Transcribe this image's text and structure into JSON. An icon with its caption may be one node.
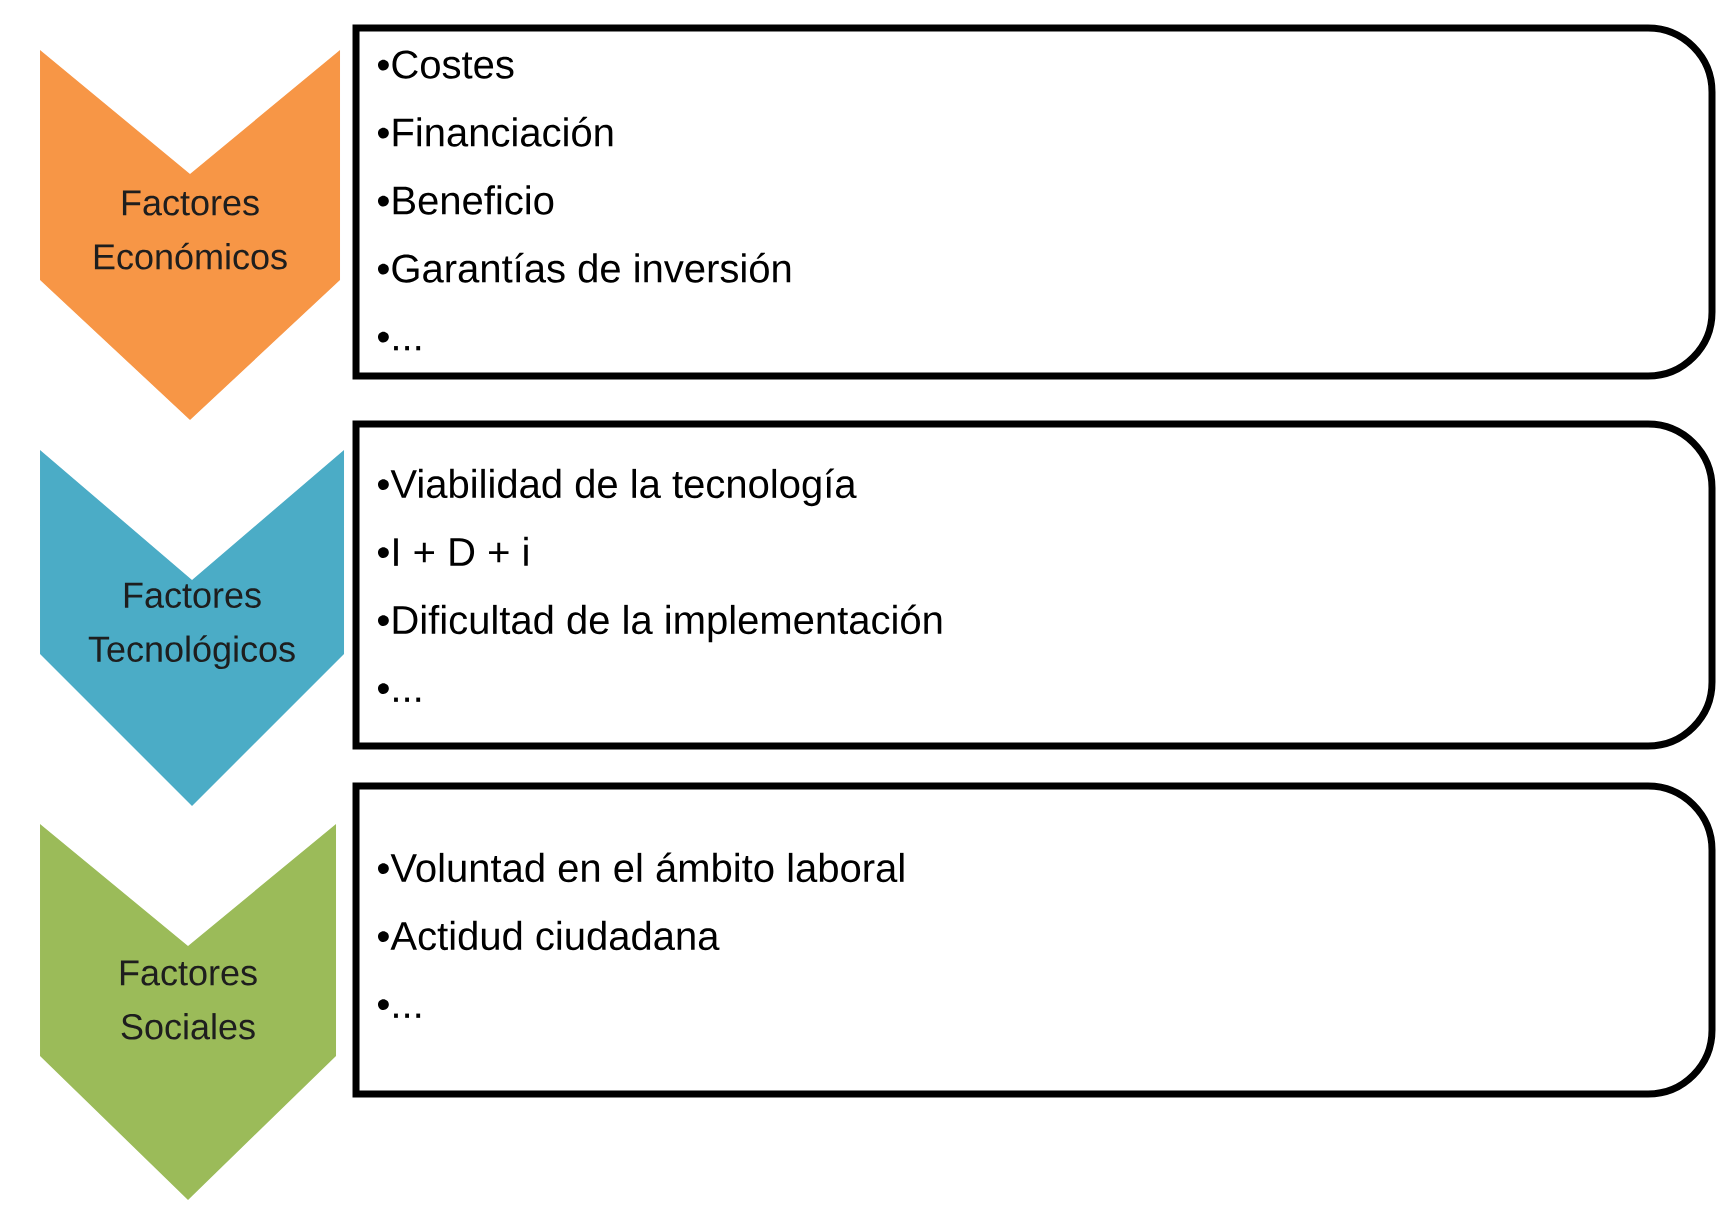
{
  "diagram": {
    "nodes": [
      {
        "text": [
          "Factores Económicos"
        ]
      },
      {
        "text": [
          "•Costes",
          "•Financiación",
          "•Beneficio",
          "•Garantías de inversión",
          "•..."
        ]
      },
      {
        "text": [
          "Factores Tecnológicos"
        ]
      },
      {
        "text": [
          "•Viabilidad de la tecnología",
          "•I + D + i",
          "•Dificultad de la implementación",
          "•..."
        ]
      },
      {
        "text": [
          "Factores Sociales"
        ]
      },
      {
        "text": [
          "•Voluntad en el ámbito laboral",
          "•Actidud ciudadana",
          "•..."
        ]
      }
    ]
  }
}
